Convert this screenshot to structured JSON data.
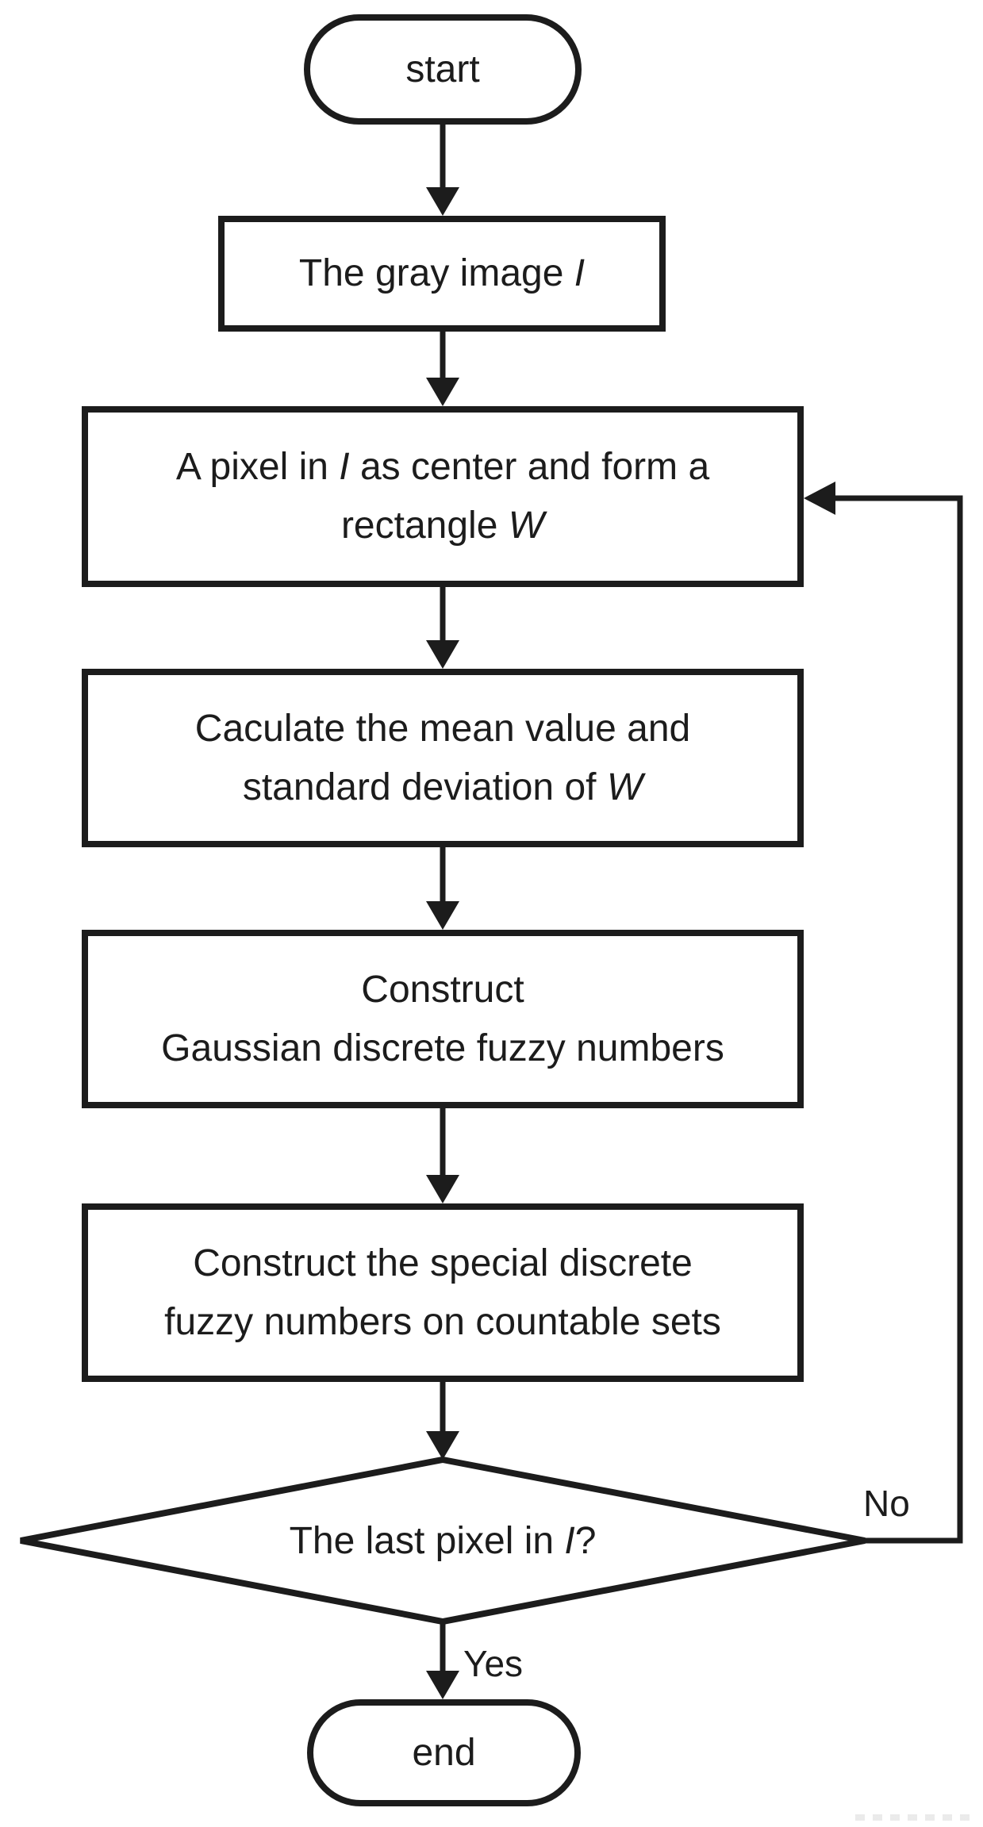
{
  "page": {
    "background": "#ffffff"
  },
  "flowchart": {
    "colors": {
      "ink": "#1c1c1c",
      "node_fill": "#ffffff"
    },
    "nodes": {
      "start": {
        "type": "terminator",
        "label": "start"
      },
      "gray_image": {
        "type": "process",
        "text": "The gray image ",
        "var1": "I"
      },
      "pixel_window": {
        "type": "process",
        "line1_a": "A pixel in ",
        "line1_var": "I",
        "line1_b": " as center and form a",
        "line2_a": "rectangle ",
        "line2_var": "W"
      },
      "mean_std": {
        "type": "process",
        "line1": "Caculate the mean value and",
        "line2_a": "standard deviation of ",
        "line2_var": "W"
      },
      "gaussian": {
        "type": "process",
        "line1": "Construct",
        "line2": "Gaussian discrete fuzzy numbers"
      },
      "special": {
        "type": "process",
        "line1": "Construct the special discrete",
        "line2": "fuzzy numbers on countable sets"
      },
      "decision": {
        "type": "decision",
        "text_a": "The last pixel in ",
        "text_var": "I",
        "text_b": "?"
      },
      "end": {
        "type": "terminator",
        "label": "end"
      }
    },
    "edge_labels": {
      "no": "No",
      "yes": "Yes"
    }
  }
}
